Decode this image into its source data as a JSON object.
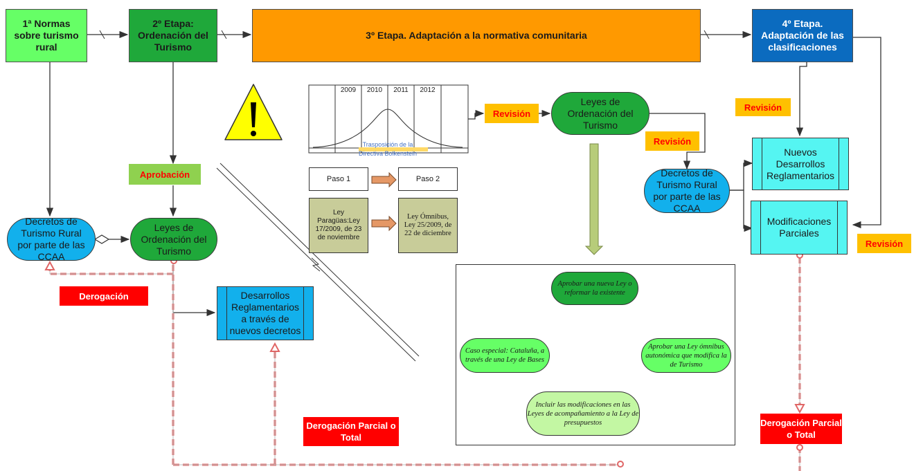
{
  "stages": {
    "s1": "1ª Normas sobre turismo rural",
    "s2": "2º Etapa: Ordenación del Turismo",
    "s3": "3º Etapa. Adaptación a la normativa comunitaria",
    "s4": "4º Etapa. Adaptación de las clasificaciones"
  },
  "left": {
    "aprobacion": "Aprobación",
    "decretos": "Decretos de Turismo Rural por parte de las CCAA",
    "leyes": "Leyes de Ordenación del Turismo",
    "derogacion": "Derogación",
    "desarrollos": "Desarrollos Reglamentarios a través de nuevos decretos",
    "derogacion_parcial": "Derogación Parcial o Total"
  },
  "timeline": {
    "years": [
      "2009",
      "2010",
      "2011",
      "2012"
    ],
    "caption_line1": "Trasposición de la",
    "caption_line2": "Directiva Bolkenstein"
  },
  "pasos": {
    "paso1": "Paso 1",
    "paso2": "Paso 2",
    "ley1": "Ley Paragüas:Ley 17/2009, de 23 de noviembre",
    "ley2": "Ley Ómnibus, Ley 25/2009, de 22 de diciembre"
  },
  "middle": {
    "revision": "Revisión",
    "leyes": "Leyes de Ordenación del Turismo"
  },
  "options": {
    "top": "Aprobar una nueva Ley o reformar la existente",
    "left": "Caso especial: Cataluña, a través de una Ley de Bases",
    "right": "Aprobar una Ley ómnibus autonómica que modifica la de Turismo",
    "bottom": "Incluir las modificaciones en las Leyes de acompañamiento a la Ley de presupuestos"
  },
  "right": {
    "revision_a": "Revisión",
    "revision_b": "Revisión",
    "revision_c": "Revisión",
    "decretos": "Decretos de Turismo Rural por parte de las CCAA",
    "nuevos": "Nuevos Desarrollos Reglamentarios",
    "modificaciones": "Modificaciones Parciales",
    "derogacion_parcial": "Derogación Parcial o Total"
  },
  "colors": {
    "light_green": "#66ff66",
    "green": "#1fa83a",
    "orange": "#ff9900",
    "blue": "#0b6bbf",
    "cyan_blue": "#12b0ec",
    "cyan": "#55f5f2",
    "red": "#ff0000",
    "yellow_tag": "#ffc000",
    "olive": "#c8cc99"
  }
}
